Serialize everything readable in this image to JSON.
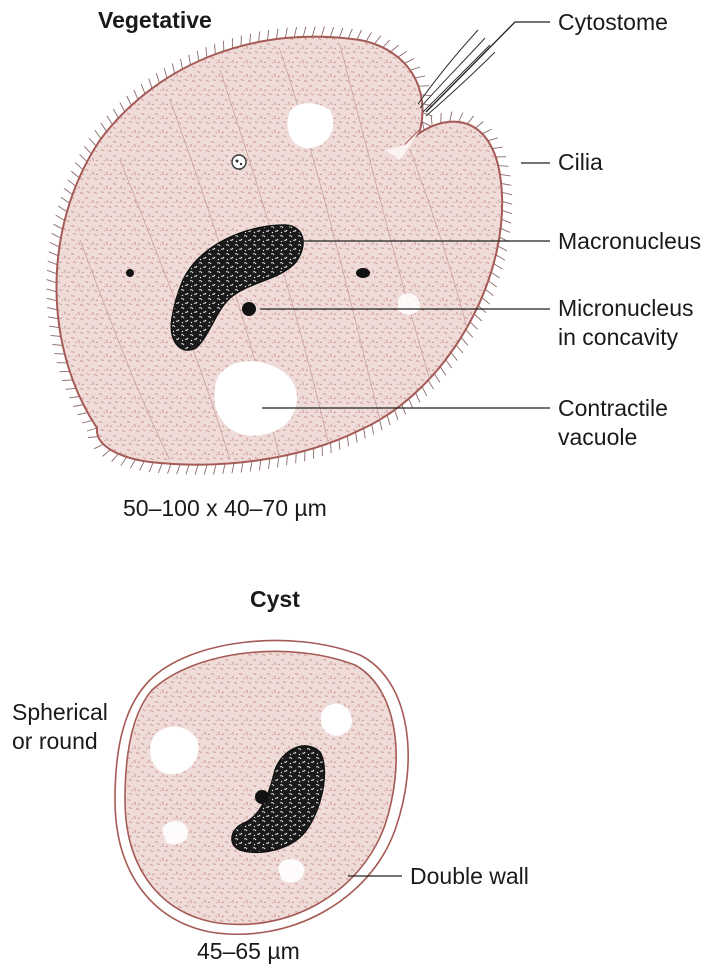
{
  "vegetative": {
    "title": "Vegetative",
    "size_label": "50–100 x 40–70 µm",
    "labels": {
      "cytostome": "Cytostome",
      "cilia": "Cilia",
      "macronucleus": "Macronucleus",
      "micronucleus_line1": "Micronucleus",
      "micronucleus_line2": "in concavity",
      "vacuole_line1": "Contractile",
      "vacuole_line2": "vacuole"
    }
  },
  "cyst": {
    "title": "Cyst",
    "size_label": "45–65 µm",
    "labels": {
      "shape_line1": "Spherical",
      "shape_line2": "or round",
      "wall": "Double wall"
    }
  },
  "colors": {
    "cytoplasm": "#efdcd9",
    "outline": "#a55a55",
    "nucleus": "#1a1a1a",
    "leader_line": "#222222"
  }
}
